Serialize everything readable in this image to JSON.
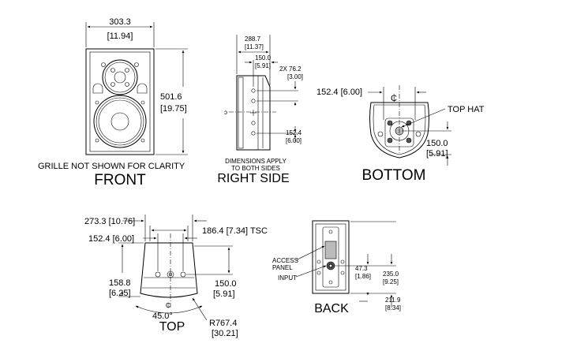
{
  "front": {
    "title": "FRONT",
    "note": "GRILLE NOT SHOWN FOR CLARITY",
    "width": "303.3",
    "width_in": "[11.94]",
    "height": "501.6",
    "height_in": "[19.75]"
  },
  "right_side": {
    "title": "RIGHT SIDE",
    "note_line1": "DIMENSIONS APPLY",
    "note_line2": "TO BOTH SIDES",
    "depth": "288.7",
    "depth_in": "[11.37]",
    "offset": "150.0",
    "offset_in": "[5.91]",
    "spacing": "2X 76.2",
    "spacing_in": "[3.00]",
    "vertical": "152.4",
    "vertical_in": "[6.00]"
  },
  "bottom": {
    "title": "BOTTOM",
    "top_hat_label": "TOP HAT",
    "spacing": "152.4  [6.00]",
    "depth": "150.0",
    "depth_in": "[5.91]"
  },
  "top": {
    "title": "TOP",
    "width": "273.3  [10.76]",
    "tsc": "186.4  [7.34] TSC",
    "spacing": "152.4  [6.00]",
    "depth_left": "158.8",
    "depth_left_in": "[6.25]",
    "depth_right": "150.0",
    "depth_right_in": "[5.91]",
    "angle": "45.0°",
    "radius": "R767.4",
    "radius_in": "[30.21]"
  },
  "back": {
    "title": "BACK",
    "access_panel_line1": "ACCESS",
    "access_panel_line2": "PANEL",
    "input_label": "INPUT",
    "inset": "47.3",
    "inset_in": "[1.86]",
    "height_a": "235.0",
    "height_a_in": "[9.25]",
    "height_b": "211.9",
    "height_b_in": "[8.34]"
  }
}
